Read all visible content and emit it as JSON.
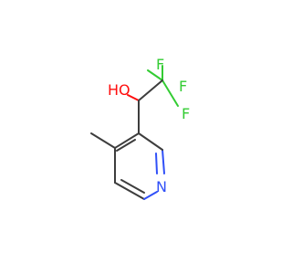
{
  "molecule": {
    "atoms": {
      "F1": {
        "symbol": "F",
        "color": "#33cc33"
      },
      "F2": {
        "symbol": "F",
        "color": "#33cc33"
      },
      "F3": {
        "symbol": "F",
        "color": "#33cc33"
      },
      "OH": {
        "symbol": "HO",
        "color": "#ff0d0d"
      },
      "N": {
        "symbol": "N",
        "color": "#3050f8"
      }
    },
    "bond_color": "#3d3d3d"
  }
}
